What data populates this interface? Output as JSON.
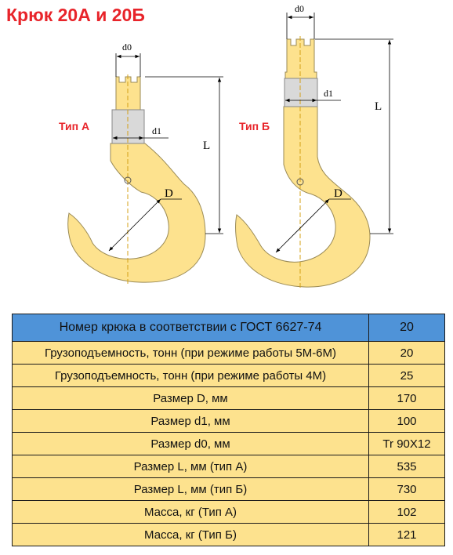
{
  "title": "Крюк 20А и 20Б",
  "diagram": {
    "hook_a": {
      "type_label": "Тип А",
      "label_d0": "d0",
      "label_d1": "d1",
      "label_L": "L",
      "label_D": "D"
    },
    "hook_b": {
      "type_label": "Тип Б",
      "label_d0": "d0",
      "label_d1": "d1",
      "label_L": "L",
      "label_D": "D"
    },
    "colors": {
      "hook_fill": "#fde28e",
      "hook_stroke": "#9a8a55",
      "sleeve_fill": "#d9d9d9",
      "centerline": "#d4a017"
    }
  },
  "table": {
    "header": {
      "label": "Номер крюка в соответствии с ГОСТ 6627-74",
      "value": "20"
    },
    "rows": [
      {
        "label": "Грузоподъемность, тонн (при режиме работы 5М-6М)",
        "value": "20"
      },
      {
        "label": "Грузоподъемность, тонн (при режиме работы 4М)",
        "value": "25"
      },
      {
        "label": "Размер D, мм",
        "value": "170"
      },
      {
        "label": "Размер d1, мм",
        "value": "100"
      },
      {
        "label": "Размер d0, мм",
        "value": "Tr 90X12"
      },
      {
        "label": "Размер L, мм (тип А)",
        "value": "535"
      },
      {
        "label": "Размер L, мм (тип Б)",
        "value": "730"
      },
      {
        "label": "Масса, кг (Тип А)",
        "value": "102"
      },
      {
        "label": "Масса, кг (Тип Б)",
        "value": "121"
      }
    ],
    "colors": {
      "header_bg": "#4f93d8",
      "row_bg": "#fde28e",
      "title_color": "#e8242a"
    }
  }
}
